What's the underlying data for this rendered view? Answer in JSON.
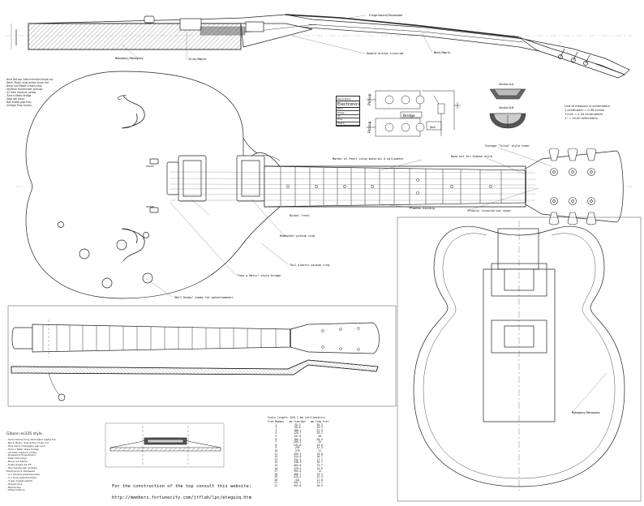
{
  "labels": {
    "fingerboard": "Fingerboard/Rosewood",
    "mahogany_top": "Mahogany/Mahogany",
    "inlay_maple": "Inlay/Maple",
    "double_action_trussrod": "Double action trussrod",
    "neck_maple": "Neck/Maple",
    "tulip_tuners": "Vintage \"Tulip\" style tuner",
    "bone_nut": "Bone nut for Gibson style",
    "fret_markers": "Marker of Pearl inlay material 6 millimeter",
    "plastic_binding": "Plastic binding",
    "trussrod_nut_cover": "Plastic trussrod nut cover",
    "humbucker_ring": "Humbucker pickup ring",
    "tail_pickup_ring": "Tail plastic pickup ring",
    "bridge": "\"Tune o Matic\" style bridge",
    "bell_knobs": "\"Bell Knobs\" knobs for potentiometer",
    "body_mahogany": "Mahogany/Mahogany",
    "pickup": "Pickup",
    "bridge_elec": "Bridge",
    "jack": "Jack",
    "section_a": "Section A-A",
    "section_b": "Section B-B"
  },
  "electronics": {
    "header": "Description",
    "title": "Electronics",
    "rows": [
      "Neck",
      "Bridge",
      "Vol",
      "Tone",
      "Switch"
    ]
  },
  "units": {
    "title": "Unit of measure in centimeters",
    "lines": [
      "1 centimeter = 0.39 inches",
      "1 inch = 2.54 centimeters",
      "1\" = 10.00 millimeters"
    ]
  },
  "notes": [
    "- Bind flat top Gold-trimmed single ply",
    "- Neck, Body, dual-action truss rod",
    "- Bone nut Maple Cream inlay",
    "- Vol/Tone Humbucker pickups",
    "- 22 frets medium jumbo",
    "- Tune o Matic bridge",
    "- Stop tail piece",
    "- Bell knobs (top hat)",
    "- Vintage Tulip tuners"
  ],
  "bom": {
    "title": "Gibson es335 style",
    "items": [
      "- Semi-hollow body laminated maple top",
      "- Neck, Body, dual action truss rod",
      "- One piece mahogany set neck",
      "- Tune o Matic style bridge",
      "- 22 frets medium jumbo",
      "- Rosewood fingerboard",
      "- Pearl dot inlays",
      "- Bone nut 43mm",
      "- Scale length 24.75\"",
      "- Two humbucker pickups",
      "",
      "Electronics & Hardware",
      "- 2 x Volume potentiometer",
      "- 2 x Tone potentiometer",
      "- 3 way toggle switch",
      "- Output jack",
      "- Bell knobs",
      "- Strap buttons"
    ]
  },
  "footer": {
    "line1": "For the construction of the top consult this website:",
    "line2": "http://members.fortunecity.com/jtflah/lpc/eteguiq.htm"
  },
  "fret_table": {
    "caption": "Scale length: 628.7 mm (millimeters)",
    "headers": [
      "Fret Number",
      "mm from Nut",
      "mm from Fret"
    ],
    "rows": [
      [
        1,
        35.3,
        35.3
      ],
      [
        2,
        68.6,
        33.3
      ],
      [
        3,
        100.1,
        31.5
      ],
      [
        4,
        129.7,
        29.7
      ],
      [
        5,
        157.8,
        28.0
      ],
      [
        6,
        184.2,
        26.5
      ],
      [
        7,
        209.2,
        25.0
      ],
      [
        8,
        232.8,
        23.6
      ],
      [
        9,
        255.0,
        22.3
      ],
      [
        10,
        276.0,
        21.0
      ],
      [
        11,
        295.9,
        19.8
      ],
      [
        12,
        314.6,
        18.7
      ],
      [
        13,
        332.3,
        17.7
      ],
      [
        14,
        348.9,
        16.7
      ],
      [
        15,
        364.6,
        15.7
      ],
      [
        16,
        379.5,
        14.9
      ],
      [
        17,
        393.5,
        14.0
      ],
      [
        18,
        406.7,
        13.2
      ],
      [
        19,
        419.2,
        12.5
      ],
      [
        20,
        431.0,
        11.8
      ],
      [
        21,
        442.1,
        11.1
      ],
      [
        22,
        452.6,
        10.5
      ]
    ]
  }
}
